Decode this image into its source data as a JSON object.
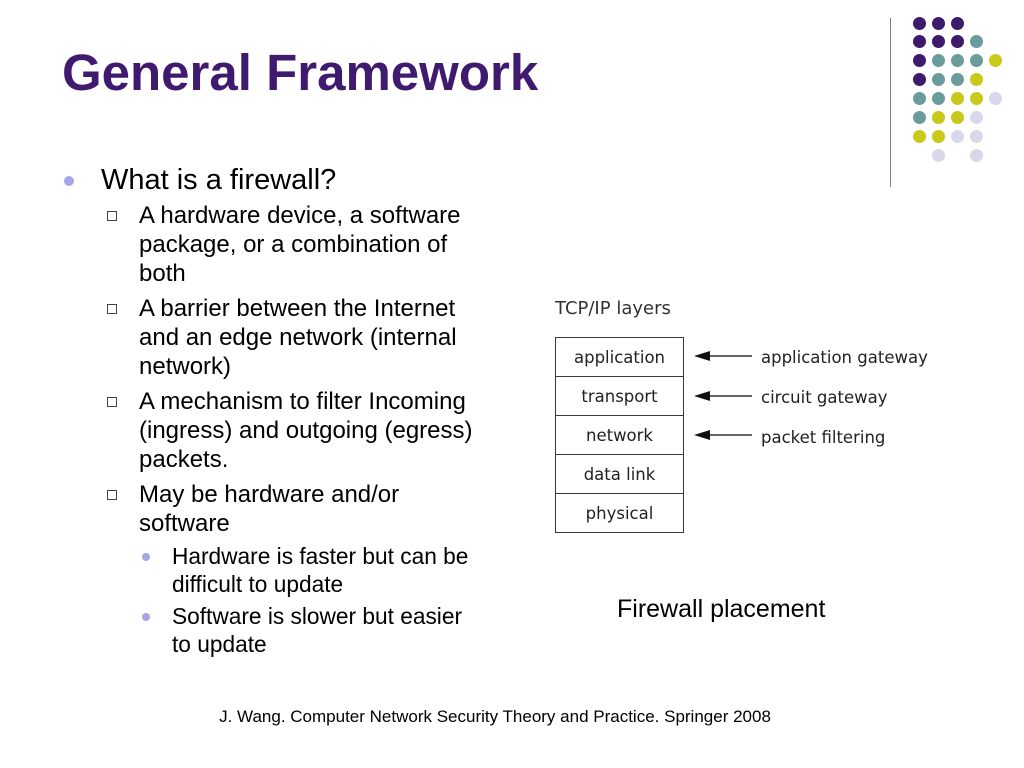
{
  "theme": {
    "title_color": "#3f1a6f",
    "bullet_color": "#a5a6e6",
    "dot_purple": "#3d1a6c",
    "dot_teal": "#6b9c9c",
    "dot_yellow": "#c9c91c",
    "dot_lavender": "#d8d8ea"
  },
  "slide": {
    "title": "General Framework",
    "bullets": [
      {
        "text": "What is a firewall?",
        "sub": [
          {
            "text": "A hardware device, a software package, or a combination of both"
          },
          {
            "text": "A barrier between the Internet and an edge network (internal network)"
          },
          {
            "text": "A mechanism to filter Incoming (ingress) and outgoing (egress) packets."
          },
          {
            "text": "May be hardware and/or software",
            "sub": [
              {
                "text": "Hardware is faster but can be difficult to update"
              },
              {
                "text": "Software is slower but easier to update"
              }
            ]
          }
        ]
      }
    ],
    "figure": {
      "heading": "TCP/IP layers",
      "layers": [
        "application",
        "transport",
        "network",
        "data link",
        "physical"
      ],
      "annotations": [
        "application gateway",
        "circuit gateway",
        "packet filtering"
      ],
      "caption": "Firewall placement"
    },
    "citation": "J. Wang. Computer Network Security Theory and Practice. Springer 2008"
  }
}
